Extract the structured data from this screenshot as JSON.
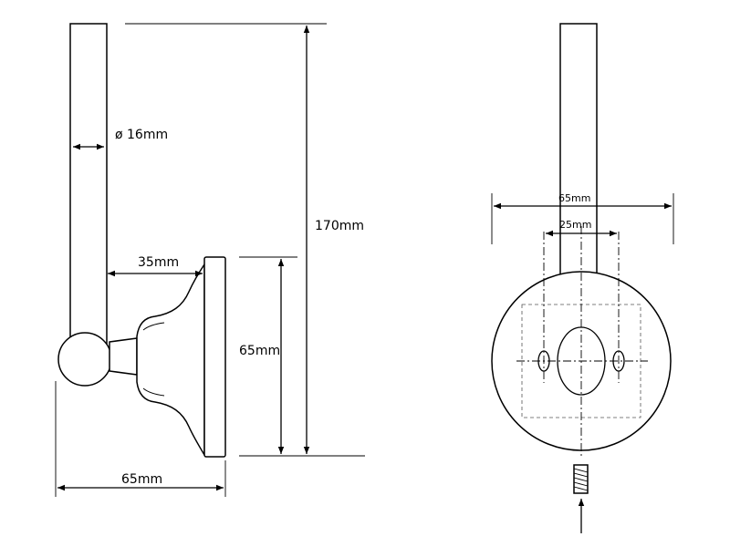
{
  "side_view": {
    "dim_diameter": "ø 16mm",
    "dim_height": "170mm",
    "dim_offset": "35mm",
    "dim_plate_height": "65mm",
    "dim_depth": "65mm"
  },
  "front_view": {
    "dim_plate_width": "65mm",
    "dim_hole_spacing": "25mm"
  }
}
